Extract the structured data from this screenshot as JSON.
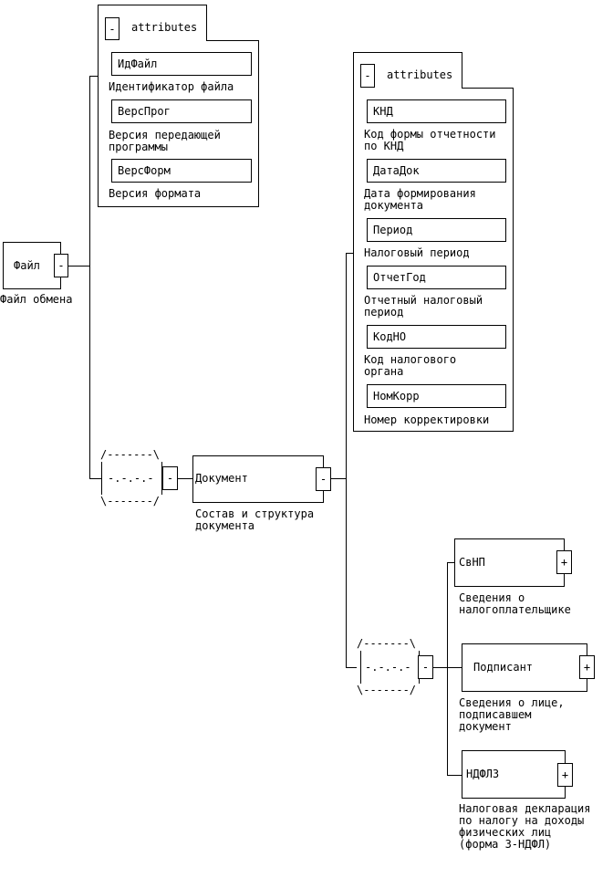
{
  "root": {
    "name": "Файл",
    "description": "Файл обмена",
    "toggle": "-",
    "attributes": {
      "header": "attributes",
      "toggle": "-",
      "items": [
        {
          "name": "ИдФайл",
          "description": "Идентификатор файла"
        },
        {
          "name": "ВерсПрог",
          "description": "Версия передающей\nпрограммы"
        },
        {
          "name": "ВерсФорм",
          "description": "Версия формата"
        }
      ]
    }
  },
  "sequence1": {
    "top": "/-------\\",
    "middle": "-.-.-.-",
    "bottom": "\\-------/",
    "toggle": "-"
  },
  "document": {
    "name": "Документ",
    "description": "Состав и структура\nдокумента",
    "toggle": "-",
    "attributes": {
      "header": "attributes",
      "toggle": "-",
      "items": [
        {
          "name": "КНД",
          "description": "Код формы отчетности\nпо КНД"
        },
        {
          "name": "ДатаДок",
          "description": "Дата формирования\nдокумента"
        },
        {
          "name": "Период",
          "description": "Налоговый период"
        },
        {
          "name": "ОтчетГод",
          "description": "Отчетный налоговый\nпериод"
        },
        {
          "name": "КодНО",
          "description": "Код налогового\nоргана"
        },
        {
          "name": "НомКорр",
          "description": "Номер корректировки"
        }
      ]
    }
  },
  "sequence2": {
    "top": "/-------\\",
    "middle": "-.-.-.-",
    "bottom": "\\-------/",
    "toggle": "-"
  },
  "children": [
    {
      "name": "СвНП",
      "description": "Сведения о\nналогоплательщике",
      "toggle": "+"
    },
    {
      "name": "Подписант",
      "description": "Сведения о лице,\nподписавшем\nдокумент",
      "toggle": "+"
    },
    {
      "name": "НДФЛ3",
      "description": "Налоговая декларация\nпо налогу на доходы\nфизических лиц\n(форма 3-НДФЛ)",
      "toggle": "+"
    }
  ]
}
